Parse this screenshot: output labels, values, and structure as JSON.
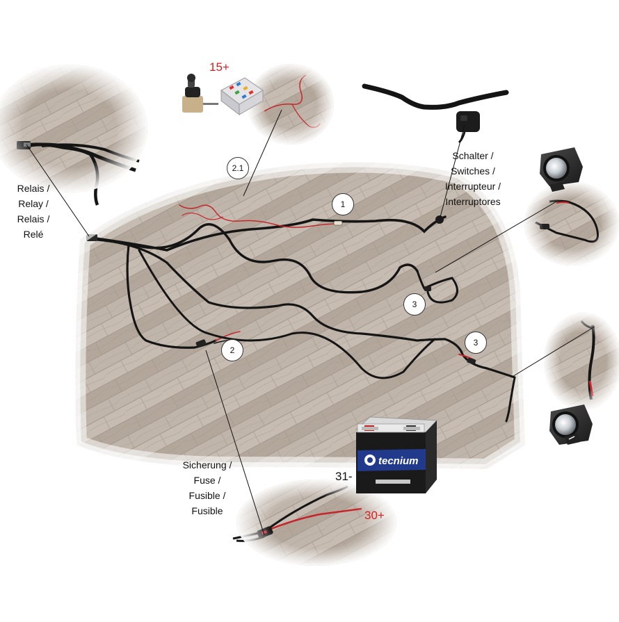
{
  "labels": {
    "relay": [
      "Relais /",
      "Relay /",
      "Relais /",
      "Relé"
    ],
    "switch": [
      "Schalter /",
      "Switches /",
      "Interrupteur /",
      "Interruptores"
    ],
    "fuse": [
      "Sicherung  /",
      "Fuse /",
      "Fusible /",
      "Fusible"
    ]
  },
  "voltages": {
    "ignition": "15+",
    "battery_negative": "31-",
    "battery_positive": "30+"
  },
  "markers": [
    "1",
    "2",
    "2.1",
    "3",
    "3"
  ],
  "battery": {
    "brand": "tecnium"
  },
  "colors": {
    "wire_black": "#151515",
    "wire_red": "#c4262b",
    "floor": "#b9ada2",
    "voltage_red": "#d42020"
  }
}
